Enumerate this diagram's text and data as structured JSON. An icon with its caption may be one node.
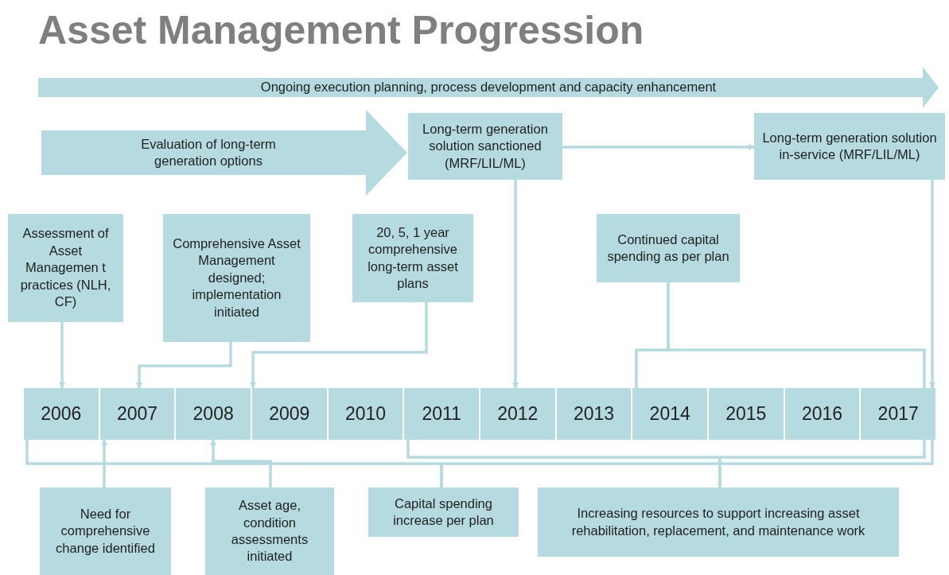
{
  "diagram": {
    "title": "Asset Management Progression",
    "nodes": [
      {
        "text": [
          "Ongoing execution planning, process development and capacity enhancement"
        ]
      },
      {
        "text": [
          "Evaluation of long-term generation options"
        ]
      },
      {
        "text": [
          "Long-term generation solution sanctioned (MRF/LIL/ML)"
        ]
      },
      {
        "text": [
          "Long-term generation solution in-service (MRF/LIL/ML)"
        ]
      },
      {
        "text": [
          "Assessment of Asset Managemen t practices (NLH, CF)"
        ]
      },
      {
        "text": [
          "Comprehensive Asset Management designed; implementation initiated"
        ]
      },
      {
        "text": [
          "20, 5, 1 year comprehensive long-term asset plans"
        ]
      },
      {
        "text": [
          "Continued capital spending as per plan"
        ]
      },
      {
        "text": [
          "2006"
        ]
      },
      {
        "text": [
          "2007"
        ]
      },
      {
        "text": [
          "2008"
        ]
      },
      {
        "text": [
          "2009"
        ]
      },
      {
        "text": [
          "2010"
        ]
      },
      {
        "text": [
          "2011"
        ]
      },
      {
        "text": [
          "2012"
        ]
      },
      {
        "text": [
          "2013"
        ]
      },
      {
        "text": [
          "2014"
        ]
      },
      {
        "text": [
          "2015"
        ]
      },
      {
        "text": [
          "2016"
        ]
      },
      {
        "text": [
          "2017"
        ]
      },
      {
        "text": [
          "Need for comprehensive change identified"
        ]
      },
      {
        "text": [
          "Asset age, condition assessments initiated"
        ]
      },
      {
        "text": [
          "Capital spending increase per plan"
        ]
      },
      {
        "text": [
          "Increasing resources to support increasing asset rehabilitation, replacement, and maintenance work"
        ]
      }
    ],
    "edges": [
      {
        "from": 2,
        "to": 3,
        "arrow": "to"
      },
      {
        "from": 2,
        "to": 14,
        "arrow": "to"
      },
      {
        "from": 3,
        "to": 19,
        "arrow": "to"
      },
      {
        "from": 4,
        "to": 8,
        "arrow": "to"
      },
      {
        "from": 5,
        "to": 9,
        "arrow": "to"
      },
      {
        "from": 6,
        "to": 11,
        "arrow": "to"
      },
      {
        "from": 7,
        "to": 16,
        "arrow": "none"
      },
      {
        "from": 7,
        "to": 19,
        "arrow": "none"
      },
      {
        "from": 20,
        "to": 9,
        "arrow": "to"
      },
      {
        "from": 21,
        "to": 10,
        "arrow": "to"
      },
      {
        "from": 22,
        "to": 8,
        "arrow": "none"
      },
      {
        "from": 22,
        "to": 19,
        "arrow": "none"
      },
      {
        "from": 23,
        "to": 13,
        "arrow": "none"
      },
      {
        "from": 23,
        "to": 19,
        "arrow": "none"
      }
    ]
  }
}
